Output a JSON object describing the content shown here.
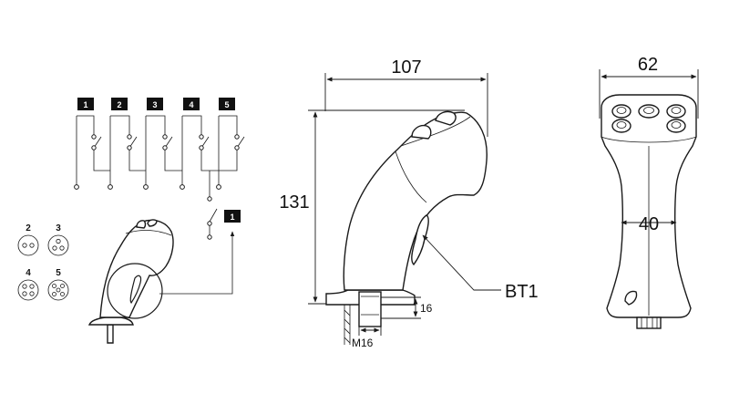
{
  "wiring": {
    "switch_labels": [
      "1",
      "2",
      "3",
      "4",
      "5"
    ],
    "common_label": "1"
  },
  "connectors": [
    {
      "label": "2",
      "pins": 2
    },
    {
      "label": "3",
      "pins": 3
    },
    {
      "label": "4",
      "pins": 4
    },
    {
      "label": "5",
      "pins": 5
    }
  ],
  "side_view": {
    "width_dim": "107",
    "height_dim": "131",
    "flange_dim": "16",
    "thread_dim": "M16",
    "button_callout": "BT1"
  },
  "front_view": {
    "width_dim": "62",
    "grip_dim": "40"
  }
}
